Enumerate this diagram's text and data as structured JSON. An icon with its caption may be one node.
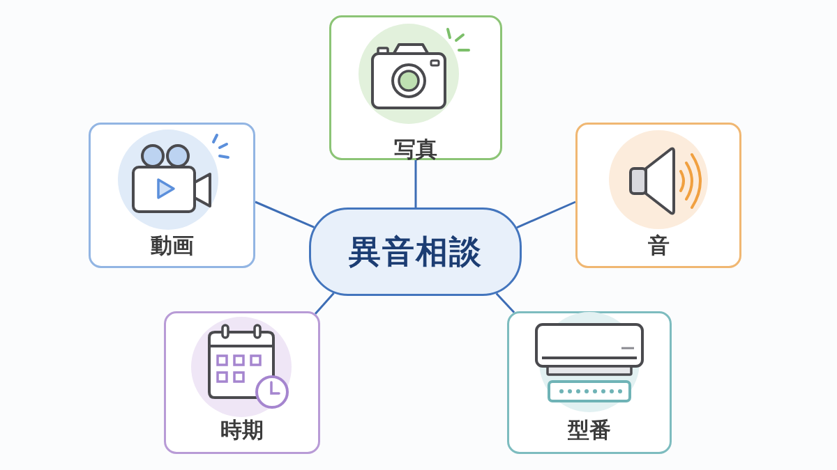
{
  "diagram": {
    "nodes": [
      {
        "text": [
          "異音相談"
        ]
      },
      {
        "text": [
          "写真"
        ]
      },
      {
        "text": [
          "動画"
        ]
      },
      {
        "text": [
          "音"
        ]
      },
      {
        "text": [
          "時期"
        ]
      },
      {
        "text": [
          "型番"
        ]
      }
    ],
    "edges": [
      {
        "from": 0,
        "to": 1,
        "arrow": "none"
      },
      {
        "from": 0,
        "to": 2,
        "arrow": "none"
      },
      {
        "from": 0,
        "to": 3,
        "arrow": "none"
      },
      {
        "from": 0,
        "to": 4,
        "arrow": "none"
      },
      {
        "from": 0,
        "to": 5,
        "arrow": "none"
      }
    ]
  }
}
